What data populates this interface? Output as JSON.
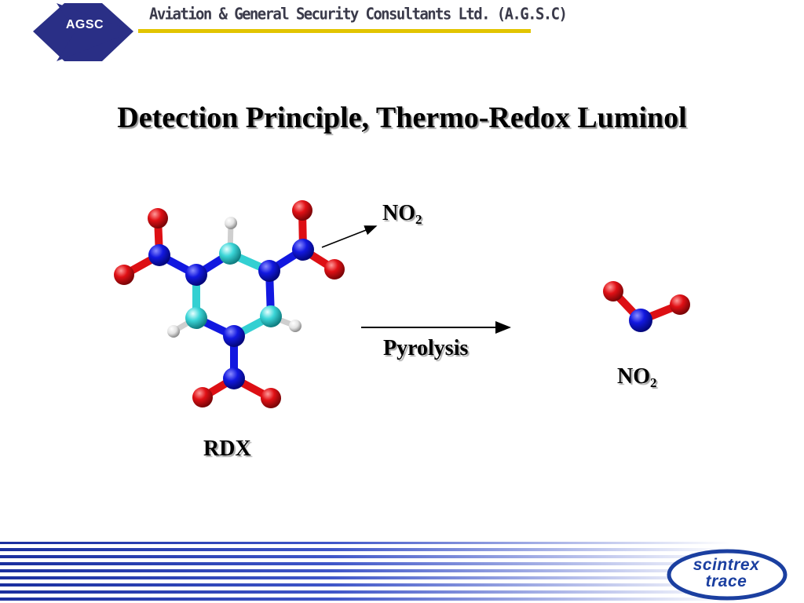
{
  "header": {
    "logo_text": "AGSC",
    "company_name": "Aviation & General Security Consultants Ltd. (A.G.S.C)"
  },
  "slide": {
    "title": "Detection Principle, Thermo-Redox Luminol",
    "labels": {
      "no2_top": {
        "base": "NO",
        "sub": "2"
      },
      "pyrolysis": "Pyrolysis",
      "no2_product": {
        "base": "NO",
        "sub": "2"
      },
      "rdx": "RDX"
    }
  },
  "footer": {
    "logo_line1": "scintrex",
    "logo_line2": "trace"
  },
  "colors": {
    "nitrogen": "#0a12d8",
    "oxygen": "#dd0f14",
    "carbon": "#33d0d2",
    "hydrogen": "#e8e8e8",
    "accent_rule": "#e2c400",
    "logo_blue": "#2a2f86",
    "stripe_blue": "#1a2f9e"
  }
}
